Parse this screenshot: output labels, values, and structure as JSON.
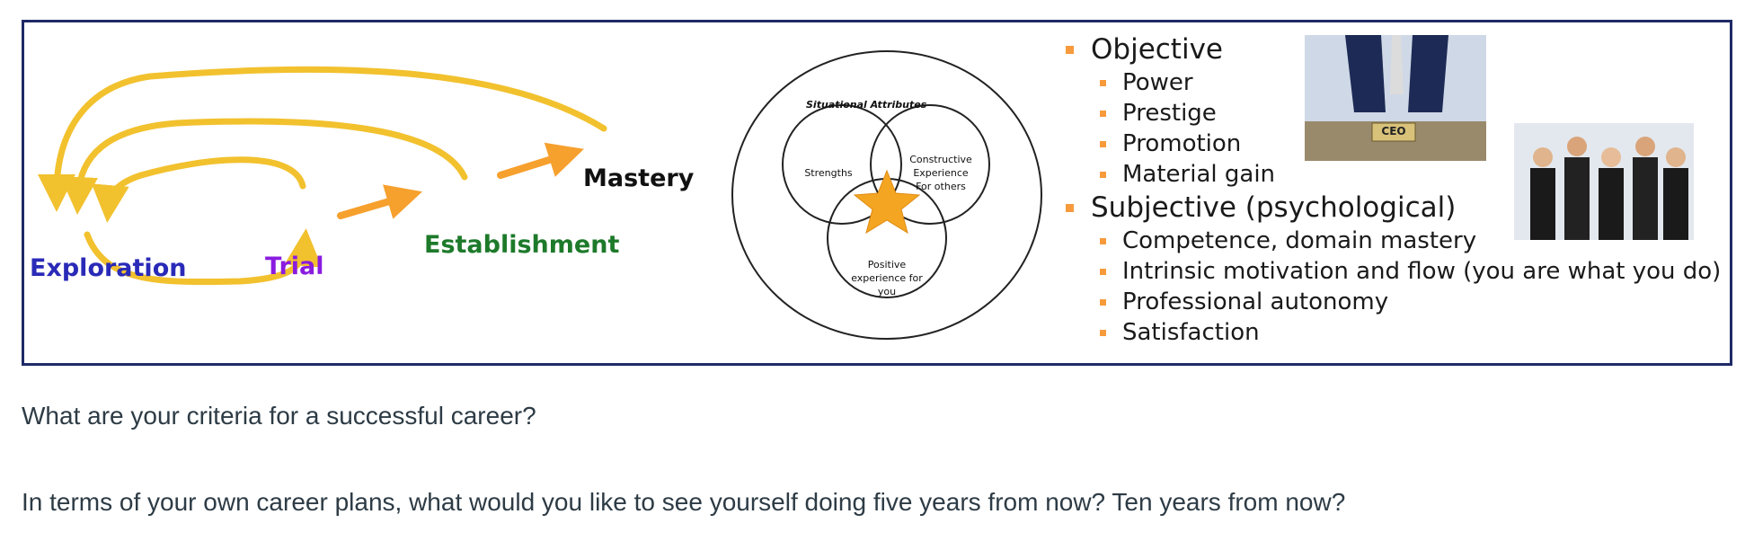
{
  "diagram": {
    "stages": {
      "exploration": "Exploration",
      "trial": "Trial",
      "establishment": "Establishment",
      "mastery": "Mastery"
    },
    "venn": {
      "outer_label": "Situational Attributes",
      "circle_left": [
        "Strengths"
      ],
      "circle_right": [
        "Constructive",
        "Experience",
        "For others"
      ],
      "circle_bottom": [
        "Positive",
        "experience for",
        "you"
      ]
    },
    "criteria": [
      {
        "label": "Objective",
        "items": [
          "Power",
          "Prestige",
          "Promotion",
          "Material gain"
        ]
      },
      {
        "label": "Subjective (psychological)",
        "items": [
          "Competence, domain mastery",
          "Intrinsic motivation and flow (you are what you do)",
          "Professional autonomy",
          "Satisfaction"
        ]
      }
    ],
    "photo_top_label": "CEO"
  },
  "questions": {
    "q1": "What are your criteria for a successful career?",
    "q2": "In terms of your own career plans, what would you like to see yourself doing five years from now? Ten years from now?"
  },
  "colors": {
    "exploration": "#2a2ab8",
    "trial": "#8a1ce0",
    "establishment": "#1d7a2a",
    "mastery": "#111111",
    "curved_arrows": "#f2c12e",
    "straight_arrows": "#f6a02e",
    "bullet": "#f79a3b",
    "border": "#1f2a66"
  }
}
